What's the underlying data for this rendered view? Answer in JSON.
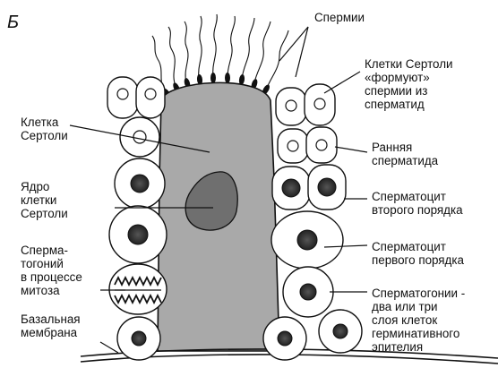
{
  "panel_letter": "Б",
  "labels": {
    "spermatozoa": "Спермии",
    "sertoli_form": "Клетки Сертоли\n«формуют»\nспермии из\nсперматид",
    "sertoli_cell": "Клетка\nСертоли",
    "early_spermatid": "Ранняя\nсперматида",
    "sertoli_nucleus": "Ядро\nклетки\nСертоли",
    "secondary_spermatocyte": "Сперматоцит\nвторого порядка",
    "spermatogonium_mitosis": "Сперма-\nтогоний\nв процессе\nмитоза",
    "primary_spermatocyte": "Сперматоцит\nпервого порядка",
    "basement_membrane": "Базальная\nмембрана",
    "spermatogonia": "Сперматогонии -\nдва или три\nслоя клеток\nгерминативного\nэпителия"
  },
  "colors": {
    "ink": "#111111",
    "sertoli_fill": "#a9a9a9",
    "nucleus_fill": "#6f6f6f",
    "paper": "#ffffff"
  }
}
